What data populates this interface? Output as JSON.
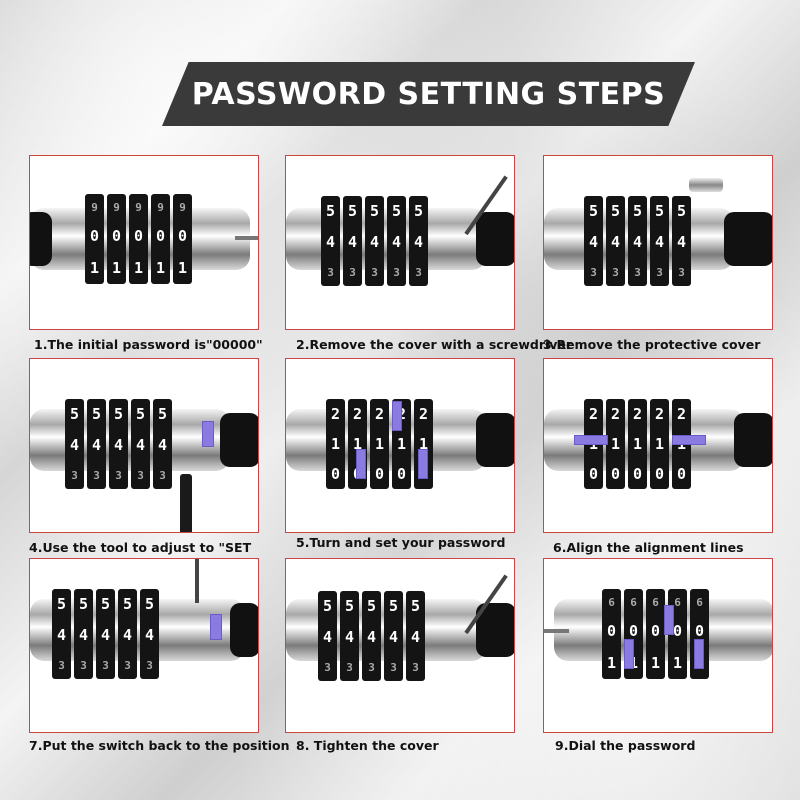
{
  "banner": {
    "title": "PASSWORD SETTING STEPS"
  },
  "steps": [
    {
      "caption": "1.The initial password is\"00000\"",
      "digits": [
        "9",
        "0",
        "1"
      ]
    },
    {
      "caption": "2.Remove the cover with a screwdriver",
      "digits": [
        "5",
        "4",
        "3"
      ]
    },
    {
      "caption": "3.Remove the protective cover",
      "digits": [
        "5",
        "4",
        "3"
      ]
    },
    {
      "caption": "4.Use the tool to adjust to \"SET",
      "digits": [
        "5",
        "4",
        "3"
      ]
    },
    {
      "caption": "5.Turn and set your password",
      "digits": [
        "2",
        "1",
        "0"
      ]
    },
    {
      "caption": "6.Align the alignment lines",
      "digits": [
        "2",
        "1",
        "0"
      ]
    },
    {
      "caption": "7.Put the switch back to the position",
      "digits": [
        "5",
        "4",
        "3"
      ]
    },
    {
      "caption": "8. Tighten the cover",
      "digits": [
        "5",
        "4",
        "3"
      ]
    },
    {
      "caption": "9.Dial the password",
      "digits": [
        "6",
        "0",
        "1"
      ]
    }
  ],
  "colors": {
    "banner": "#3a3a3a",
    "panel_border": "#cc4444",
    "arrow": "#8a7be0"
  },
  "icons": [
    "arrow-up-icon",
    "arrow-down-icon",
    "arrow-left-icon",
    "arrow-right-icon",
    "screwdriver-icon"
  ]
}
